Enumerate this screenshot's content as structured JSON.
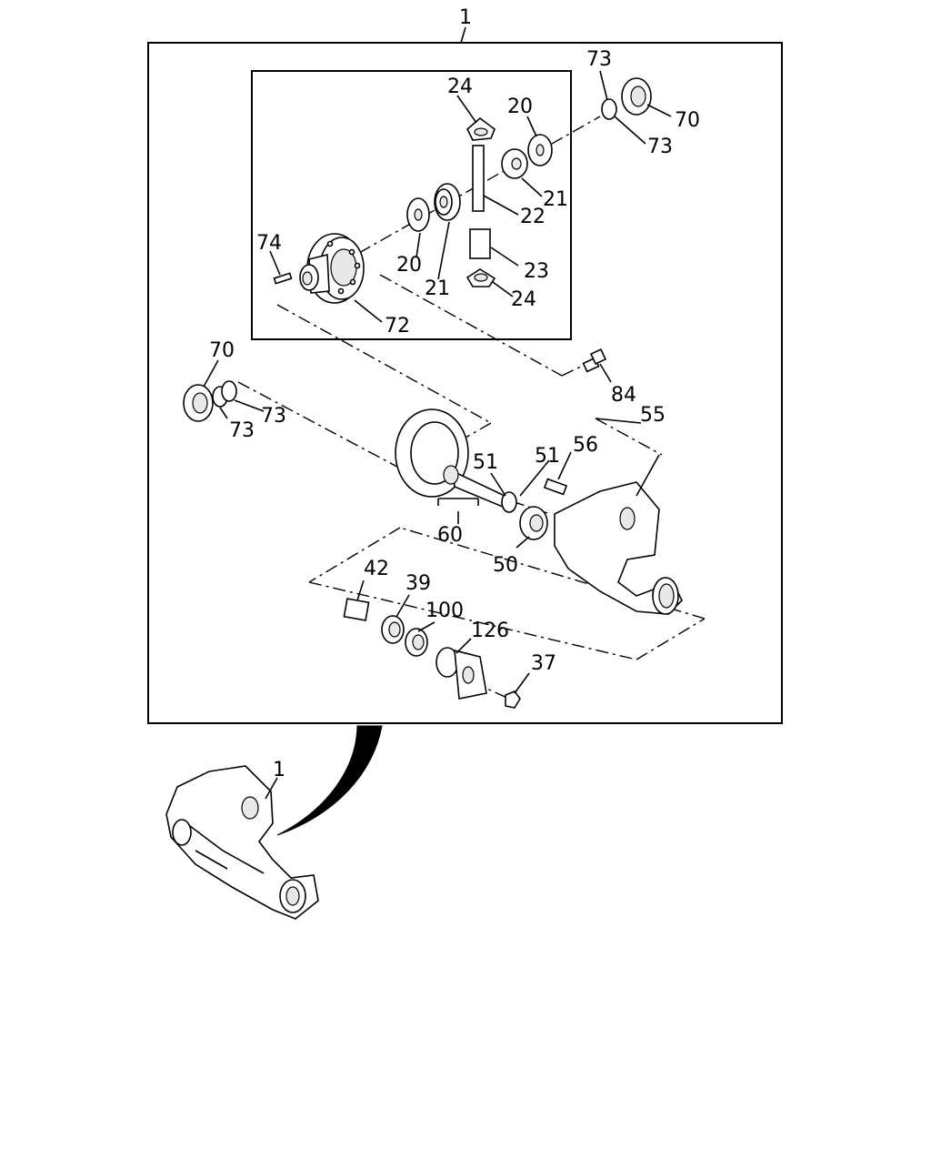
{
  "diagram": {
    "labels": {
      "assembly_top": "1",
      "assembly_inset": "1",
      "p20_upper": "20",
      "p20_lower": "20",
      "p21_upper": "21",
      "p21_lower": "21",
      "p22": "22",
      "p23": "23",
      "p24_upper": "24",
      "p24_lower": "24",
      "p37": "37",
      "p39": "39",
      "p42": "42",
      "p50": "50",
      "p51_left": "51",
      "p51_right": "51",
      "p55": "55",
      "p56": "56",
      "p60": "60",
      "p70_right": "70",
      "p70_left": "70",
      "p72": "72",
      "p73_right_top": "73",
      "p73_right_bottom": "73",
      "p73_left_a": "73",
      "p73_left_b": "73",
      "p74": "74",
      "p84": "84",
      "p100": "100",
      "p126": "126"
    }
  }
}
